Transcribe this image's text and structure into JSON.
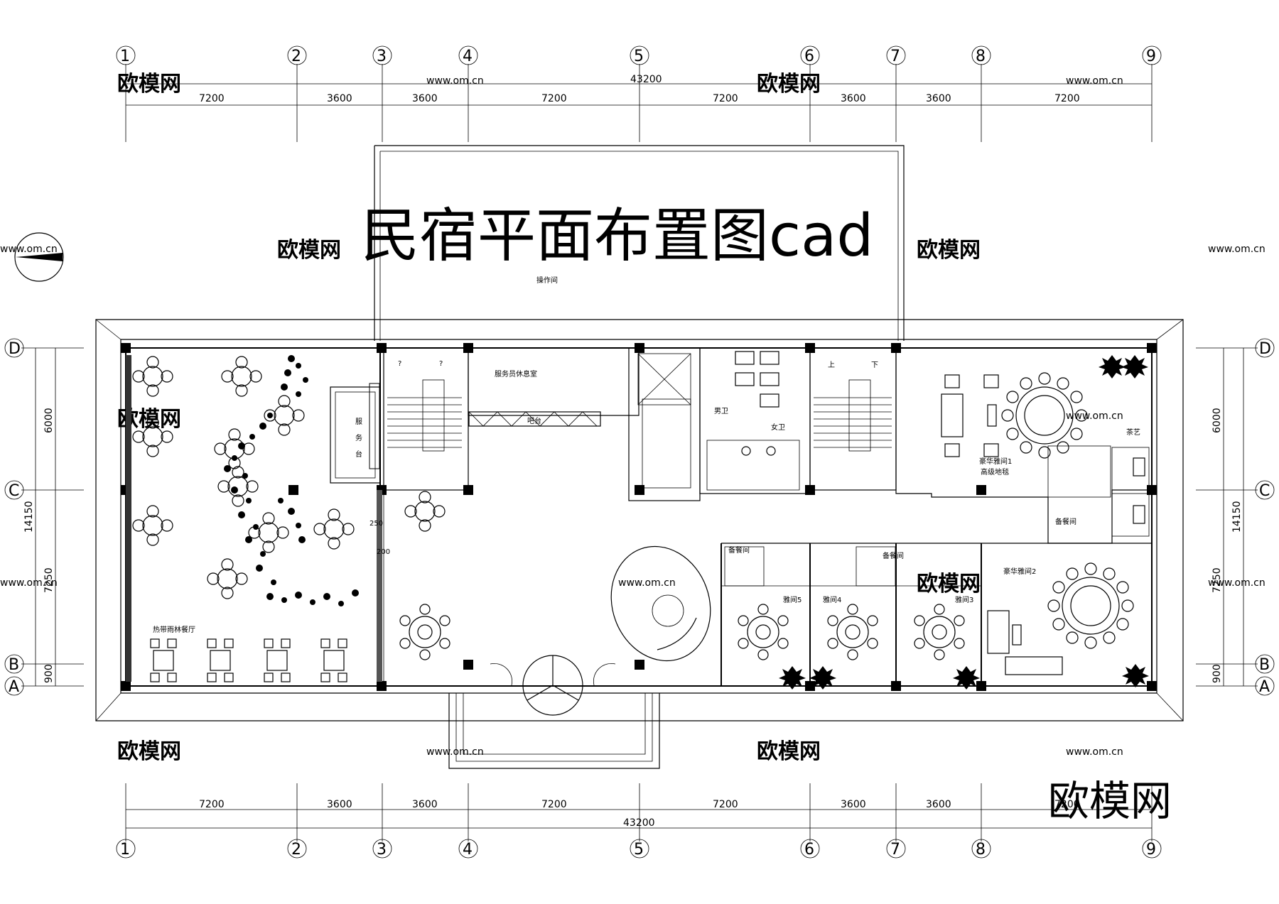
{
  "title": "民宿平面布置图cad",
  "brand": "欧模网",
  "watermarks": {
    "logo": "欧模网",
    "url": "www.om.cn"
  },
  "grid_columns": [
    "1",
    "2",
    "3",
    "4",
    "5",
    "6",
    "7",
    "8",
    "9"
  ],
  "grid_rows": [
    "A",
    "B",
    "C",
    "D"
  ],
  "dimensions": {
    "total": "43200",
    "spans": [
      "7200",
      "3600",
      "3600",
      "7200",
      "7200",
      "3600",
      "3600",
      "7200"
    ],
    "left_total": "14150",
    "left_spans": [
      "6000",
      "7250",
      "900"
    ],
    "right_total": "14150",
    "right_spans": [
      "6000",
      "7250",
      "900"
    ]
  },
  "rooms": {
    "staff_lounge": "服务员休息室",
    "work_room": "操作间",
    "reception_char1": "服",
    "reception_char2": "务",
    "reception_char3": "台",
    "men_wc": "男卫",
    "women_wc": "女卫",
    "rainforest": "热带雨林餐厅",
    "luxury1": "豪华雅间1",
    "carpet": "高级地毯",
    "tea": "茶艺",
    "prep_right": "备餐间",
    "prep_a": "备餐间",
    "prep_b": "备餐间",
    "luxury2": "豪华雅间2",
    "room5": "雅间5",
    "room4": "雅间4",
    "room3": "雅间3",
    "stair_up": "上",
    "stair_down": "下",
    "q1": "?",
    "q2": "?",
    "bar": "吧台",
    "dim_250": "250",
    "dim_200": "200"
  }
}
